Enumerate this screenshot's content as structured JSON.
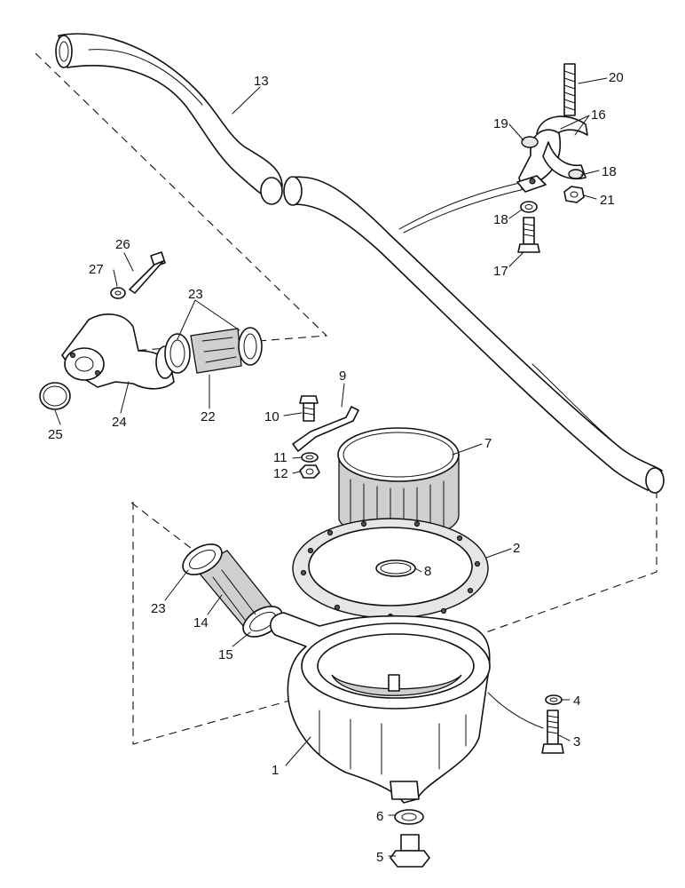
{
  "diagram": {
    "kind": "exploded parts view",
    "callouts": [
      {
        "id": "c1",
        "text": "1"
      },
      {
        "id": "c2",
        "text": "2"
      },
      {
        "id": "c3",
        "text": "3"
      },
      {
        "id": "c4",
        "text": "4"
      },
      {
        "id": "c5",
        "text": "5"
      },
      {
        "id": "c6",
        "text": "6"
      },
      {
        "id": "c7",
        "text": "7"
      },
      {
        "id": "c8",
        "text": "8"
      },
      {
        "id": "c9",
        "text": "9"
      },
      {
        "id": "c10",
        "text": "10"
      },
      {
        "id": "c11",
        "text": "11"
      },
      {
        "id": "c12",
        "text": "12"
      },
      {
        "id": "c13",
        "text": "13"
      },
      {
        "id": "c14",
        "text": "14"
      },
      {
        "id": "c15",
        "text": "15"
      },
      {
        "id": "c16",
        "text": "16"
      },
      {
        "id": "c17",
        "text": "17"
      },
      {
        "id": "c18a",
        "text": "18"
      },
      {
        "id": "c18b",
        "text": "18"
      },
      {
        "id": "c19",
        "text": "19"
      },
      {
        "id": "c20",
        "text": "20"
      },
      {
        "id": "c21",
        "text": "21"
      },
      {
        "id": "c22",
        "text": "22"
      },
      {
        "id": "c23a",
        "text": "23"
      },
      {
        "id": "c23b",
        "text": "23"
      },
      {
        "id": "c24",
        "text": "24"
      },
      {
        "id": "c25",
        "text": "25"
      },
      {
        "id": "c26",
        "text": "26"
      },
      {
        "id": "c27",
        "text": "27"
      }
    ]
  }
}
